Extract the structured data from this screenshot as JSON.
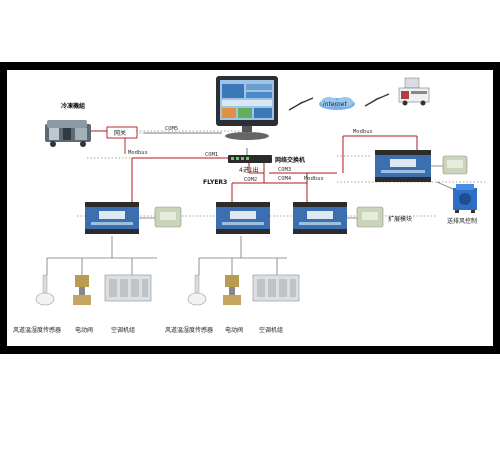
{
  "labels": {
    "chiller": "冷凍機組",
    "gateway": "网关",
    "com5": "COM5",
    "internet": "internet",
    "modbus_left": "Modbus",
    "com1": "COM1",
    "switch": "网络交换机",
    "modbus_right": "Modbus",
    "four_in_one_out": "4进1出",
    "com3": "COM3",
    "flyer3": "FLYER3",
    "com2": "COM2",
    "com4": "COM4",
    "modbus_mid": "Modbus",
    "expansion": "扩展模块",
    "fan_control": "送排风控制",
    "sensor_1": "风道温湿度传感器",
    "valve_1": "电动阀",
    "ahu_1": "空调机组",
    "sensor_2": "风道温湿度传感器",
    "valve_2": "电动阀",
    "ahu_2": "空调机组"
  },
  "colors": {
    "bus_line": "#b01818",
    "network_line": "#7a7a7a",
    "controller_body": "#3c6fb0",
    "frame": "#000000"
  },
  "icons": {
    "monitor": "computer-monitor-icon",
    "server": "server-truck-icon",
    "cloud": "internet-cloud-icon",
    "lightning": "lightning-icon",
    "chiller": "chiller-unit-icon",
    "controller": "ddc-controller-icon",
    "module": "io-module-icon",
    "fan": "fan-unit-icon",
    "sensor": "duct-sensor-icon",
    "valve": "electric-valve-icon",
    "ahu": "air-handling-unit-icon"
  }
}
